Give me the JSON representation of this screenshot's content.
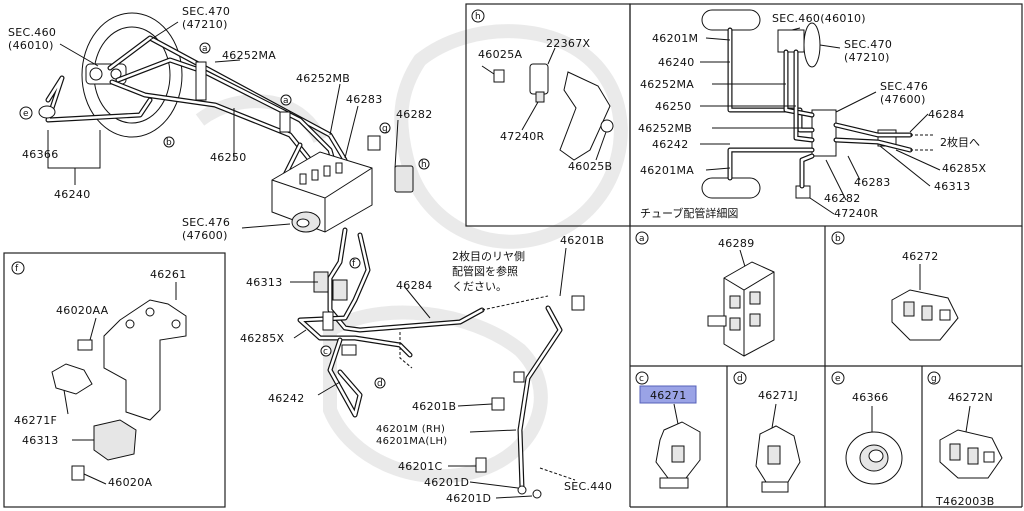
{
  "diagram": {
    "code": "T462003B",
    "main": {
      "labels": {
        "sec460": "SEC.460",
        "sec460_code": "(46010)",
        "sec470": "SEC.470",
        "sec470_code": "(47210)",
        "p46252ma": "46252MA",
        "p46252mb": "46252MB",
        "p46283": "46283",
        "p46282": "46282",
        "p46250": "46250",
        "p46366": "46366",
        "p46240": "46240",
        "sec476": "SEC.476",
        "sec476_code": "(47600)",
        "p46313": "46313",
        "p46284": "46284",
        "p46285x": "46285X",
        "p46242": "46242",
        "p46201b_top": "46201B",
        "p46201b_mid": "46201B",
        "p46201m_rh": "46201M (RH)",
        "p46201ma_lh": "46201MA(LH)",
        "p46201c": "46201C",
        "p46201d_1": "46201D",
        "p46201d_2": "46201D",
        "sec440": "SEC.440",
        "note_line1": "2枚目のリヤ側",
        "note_line2": "配管図を参照",
        "note_line3": "ください。"
      },
      "callouts": {
        "a": "a",
        "b": "b",
        "c": "c",
        "d": "d",
        "e": "e",
        "f": "f",
        "g": "g",
        "h": "h"
      }
    },
    "panel_h": {
      "tag": "h",
      "labels": {
        "p46025a": "46025A",
        "p22367x": "22367X",
        "p47240r": "47240R",
        "p46025b": "46025B"
      }
    },
    "detail": {
      "caption": "チューブ配管詳細図",
      "labels": {
        "p46201m": "46201M",
        "p46240": "46240",
        "p46252ma": "46252MA",
        "p46250": "46250",
        "p46252mb": "46252MB",
        "p46242": "46242",
        "p46201ma": "46201MA",
        "sec460": "SEC.460(46010)",
        "sec470": "SEC.470",
        "sec470_code": "(47210)",
        "sec476": "SEC.476",
        "sec476_code": "(47600)",
        "p46284": "46284",
        "note": "2枚目へ",
        "p46285x": "46285X",
        "p46313": "46313",
        "p46283": "46283",
        "p46282": "46282",
        "p47240r": "47240R"
      }
    },
    "panel_f": {
      "tag": "f",
      "labels": {
        "p46261": "46261",
        "p46020aa": "46020AA",
        "p46271f": "46271F",
        "p46313": "46313",
        "p46020a": "46020A"
      }
    },
    "clips": [
      {
        "tag": "a",
        "part": "46289"
      },
      {
        "tag": "b",
        "part": "46272"
      },
      {
        "tag": "c",
        "part": "46271"
      },
      {
        "tag": "d",
        "part": "46271J"
      },
      {
        "tag": "e",
        "part": "46366"
      },
      {
        "tag": "g",
        "part": "46272N"
      }
    ],
    "highlight": {
      "part": "46271",
      "color": "#9aa3e6"
    }
  }
}
